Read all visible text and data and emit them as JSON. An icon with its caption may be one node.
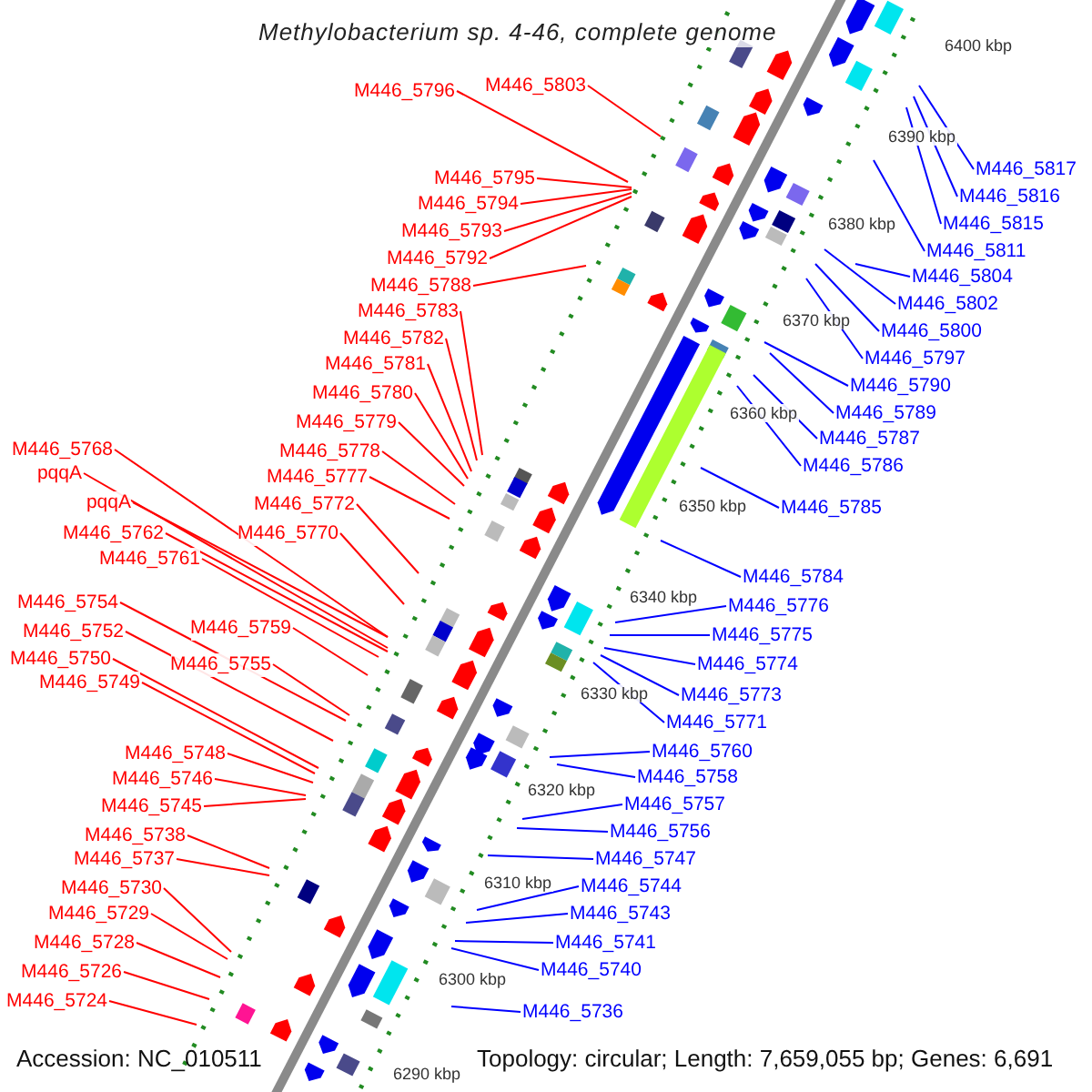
{
  "diagram": {
    "title": "Methylobacterium sp. 4-46, complete genome",
    "nodes": [
      {
        "text": [
          "M446_5796"
        ]
      },
      {
        "text": [
          "M446_5803"
        ]
      },
      {
        "text": [
          "M446_5795"
        ]
      },
      {
        "text": [
          "M446_5794"
        ]
      },
      {
        "text": [
          "M446_5793"
        ]
      },
      {
        "text": [
          "M446_5792"
        ]
      },
      {
        "text": [
          "M446_5788"
        ]
      },
      {
        "text": [
          "M446_5783"
        ]
      },
      {
        "text": [
          "M446_5782"
        ]
      },
      {
        "text": [
          "M446_5781"
        ]
      },
      {
        "text": [
          "M446_5780"
        ]
      },
      {
        "text": [
          "M446_5779"
        ]
      },
      {
        "text": [
          "M446_5778"
        ]
      },
      {
        "text": [
          "M446_5777"
        ]
      },
      {
        "text": [
          "M446_5768"
        ]
      },
      {
        "text": [
          "pqqA"
        ]
      },
      {
        "text": [
          "pqqA"
        ]
      },
      {
        "text": [
          "M446_5772"
        ]
      },
      {
        "text": [
          "M446_5762"
        ]
      },
      {
        "text": [
          "M446_5770"
        ]
      },
      {
        "text": [
          "M446_5761"
        ]
      },
      {
        "text": [
          "M446_5754"
        ]
      },
      {
        "text": [
          "M446_5759"
        ]
      },
      {
        "text": [
          "M446_5752"
        ]
      },
      {
        "text": [
          "M446_5755"
        ]
      },
      {
        "text": [
          "M446_5750"
        ]
      },
      {
        "text": [
          "M446_5749"
        ]
      },
      {
        "text": [
          "M446_5748"
        ]
      },
      {
        "text": [
          "M446_5746"
        ]
      },
      {
        "text": [
          "M446_5745"
        ]
      },
      {
        "text": [
          "M446_5738"
        ]
      },
      {
        "text": [
          "M446_5737"
        ]
      },
      {
        "text": [
          "M446_5730"
        ]
      },
      {
        "text": [
          "M446_5729"
        ]
      },
      {
        "text": [
          "M446_5728"
        ]
      },
      {
        "text": [
          "M446_5726"
        ]
      },
      {
        "text": [
          "M446_5724"
        ]
      },
      {
        "text": [
          "M446_5817"
        ]
      },
      {
        "text": [
          "M446_5816"
        ]
      },
      {
        "text": [
          "M446_5815"
        ]
      },
      {
        "text": [
          "M446_5811"
        ]
      },
      {
        "text": [
          "M446_5804"
        ]
      },
      {
        "text": [
          "M446_5802"
        ]
      },
      {
        "text": [
          "M446_5800"
        ]
      },
      {
        "text": [
          "M446_5797"
        ]
      },
      {
        "text": [
          "M446_5790"
        ]
      },
      {
        "text": [
          "M446_5789"
        ]
      },
      {
        "text": [
          "M446_5787"
        ]
      },
      {
        "text": [
          "M446_5786"
        ]
      },
      {
        "text": [
          "M446_5785"
        ]
      },
      {
        "text": [
          "M446_5784"
        ]
      },
      {
        "text": [
          "M446_5776"
        ]
      },
      {
        "text": [
          "M446_5775"
        ]
      },
      {
        "text": [
          "M446_5774"
        ]
      },
      {
        "text": [
          "M446_5773"
        ]
      },
      {
        "text": [
          "M446_5771"
        ]
      },
      {
        "text": [
          "M446_5760"
        ]
      },
      {
        "text": [
          "M446_5758"
        ]
      },
      {
        "text": [
          "M446_5757"
        ]
      },
      {
        "text": [
          "M446_5756"
        ]
      },
      {
        "text": [
          "M446_5747"
        ]
      },
      {
        "text": [
          "M446_5744"
        ]
      },
      {
        "text": [
          "M446_5743"
        ]
      },
      {
        "text": [
          "M446_5741"
        ]
      },
      {
        "text": [
          "M446_5740"
        ]
      },
      {
        "text": [
          "M446_5736"
        ]
      }
    ],
    "edges": [
      {
        "from": 0,
        "to": null,
        "arrow": "none"
      },
      {
        "from": 1,
        "to": null,
        "arrow": "none"
      },
      {
        "from": 2,
        "to": null,
        "arrow": "none"
      },
      {
        "from": 3,
        "to": null,
        "arrow": "none"
      },
      {
        "from": 4,
        "to": null,
        "arrow": "none"
      },
      {
        "from": 5,
        "to": null,
        "arrow": "none"
      },
      {
        "from": 6,
        "to": null,
        "arrow": "none"
      },
      {
        "from": 7,
        "to": null,
        "arrow": "none"
      },
      {
        "from": 8,
        "to": null,
        "arrow": "none"
      },
      {
        "from": 9,
        "to": null,
        "arrow": "none"
      },
      {
        "from": 10,
        "to": null,
        "arrow": "none"
      },
      {
        "from": 11,
        "to": null,
        "arrow": "none"
      },
      {
        "from": 12,
        "to": null,
        "arrow": "none"
      },
      {
        "from": 13,
        "to": null,
        "arrow": "none"
      },
      {
        "from": 14,
        "to": null,
        "arrow": "none"
      },
      {
        "from": 15,
        "to": null,
        "arrow": "none"
      },
      {
        "from": 16,
        "to": null,
        "arrow": "none"
      },
      {
        "from": 17,
        "to": null,
        "arrow": "none"
      },
      {
        "from": 18,
        "to": null,
        "arrow": "none"
      },
      {
        "from": 19,
        "to": null,
        "arrow": "none"
      },
      {
        "from": 20,
        "to": null,
        "arrow": "none"
      },
      {
        "from": 21,
        "to": null,
        "arrow": "none"
      },
      {
        "from": 22,
        "to": null,
        "arrow": "none"
      },
      {
        "from": 23,
        "to": null,
        "arrow": "none"
      },
      {
        "from": 24,
        "to": null,
        "arrow": "none"
      },
      {
        "from": 25,
        "to": null,
        "arrow": "none"
      },
      {
        "from": 26,
        "to": null,
        "arrow": "none"
      },
      {
        "from": 27,
        "to": null,
        "arrow": "none"
      },
      {
        "from": 28,
        "to": null,
        "arrow": "none"
      },
      {
        "from": 29,
        "to": null,
        "arrow": "none"
      },
      {
        "from": 30,
        "to": null,
        "arrow": "none"
      },
      {
        "from": 31,
        "to": null,
        "arrow": "none"
      },
      {
        "from": 32,
        "to": null,
        "arrow": "none"
      },
      {
        "from": 33,
        "to": null,
        "arrow": "none"
      },
      {
        "from": 34,
        "to": null,
        "arrow": "none"
      },
      {
        "from": 35,
        "to": null,
        "arrow": "none"
      },
      {
        "from": 36,
        "to": null,
        "arrow": "none"
      },
      {
        "from": 37,
        "to": null,
        "arrow": "none",
        "color": "#0000ff"
      },
      {
        "from": 38,
        "to": null,
        "arrow": "none",
        "color": "#0000ff"
      },
      {
        "from": 39,
        "to": null,
        "arrow": "none",
        "color": "#0000ff"
      },
      {
        "from": 40,
        "to": null,
        "arrow": "none",
        "color": "#0000ff"
      },
      {
        "from": 41,
        "to": null,
        "arrow": "none",
        "color": "#0000ff"
      },
      {
        "from": 42,
        "to": null,
        "arrow": "none",
        "color": "#0000ff"
      },
      {
        "from": 43,
        "to": null,
        "arrow": "none",
        "color": "#0000ff"
      },
      {
        "from": 44,
        "to": null,
        "arrow": "none",
        "color": "#0000ff"
      },
      {
        "from": 45,
        "to": null,
        "arrow": "none",
        "color": "#0000ff"
      },
      {
        "from": 46,
        "to": null,
        "arrow": "none",
        "color": "#0000ff"
      },
      {
        "from": 47,
        "to": null,
        "arrow": "none",
        "color": "#0000ff"
      },
      {
        "from": 48,
        "to": null,
        "arrow": "none",
        "color": "#0000ff"
      },
      {
        "from": 49,
        "to": null,
        "arrow": "none",
        "color": "#0000ff"
      },
      {
        "from": 50,
        "to": null,
        "arrow": "none",
        "color": "#0000ff"
      },
      {
        "from": 51,
        "to": null,
        "arrow": "none",
        "color": "#0000ff"
      },
      {
        "from": 52,
        "to": null,
        "arrow": "none",
        "color": "#0000ff"
      },
      {
        "from": 53,
        "to": null,
        "arrow": "none",
        "color": "#0000ff"
      },
      {
        "from": 54,
        "to": null,
        "arrow": "none",
        "color": "#0000ff"
      },
      {
        "from": 55,
        "to": null,
        "arrow": "none",
        "color": "#0000ff"
      },
      {
        "from": 56,
        "to": null,
        "arrow": "none",
        "color": "#0000ff"
      },
      {
        "from": 57,
        "to": null,
        "arrow": "none",
        "color": "#0000ff"
      },
      {
        "from": 58,
        "to": null,
        "arrow": "none",
        "color": "#0000ff"
      },
      {
        "from": 59,
        "to": null,
        "arrow": "none",
        "color": "#0000ff"
      },
      {
        "from": 60,
        "to": null,
        "arrow": "none",
        "color": "#0000ff"
      },
      {
        "from": 61,
        "to": null,
        "arrow": "none",
        "color": "#0000ff"
      },
      {
        "from": 62,
        "to": null,
        "arrow": "none",
        "color": "#0000ff"
      },
      {
        "from": 63,
        "to": null,
        "arrow": "none",
        "color": "#0000ff"
      },
      {
        "from": 64,
        "to": null,
        "arrow": "none",
        "color": "#0000ff"
      },
      {
        "from": 65,
        "to": null,
        "arrow": "none",
        "color": "#0000ff"
      }
    ],
    "labels": [
      "6400 kbp",
      "6390 kbp",
      "6380 kbp",
      "6370 kbp",
      "6360 kbp",
      "6350 kbp",
      "6340 kbp",
      "6330 kbp",
      "6320 kbp",
      "6310 kbp",
      "6300 kbp",
      "6290 kbp",
      "Accession: NC_010511",
      "Topology: circular; Length: 7,659,055 bp; Genes: 6,691"
    ]
  }
}
